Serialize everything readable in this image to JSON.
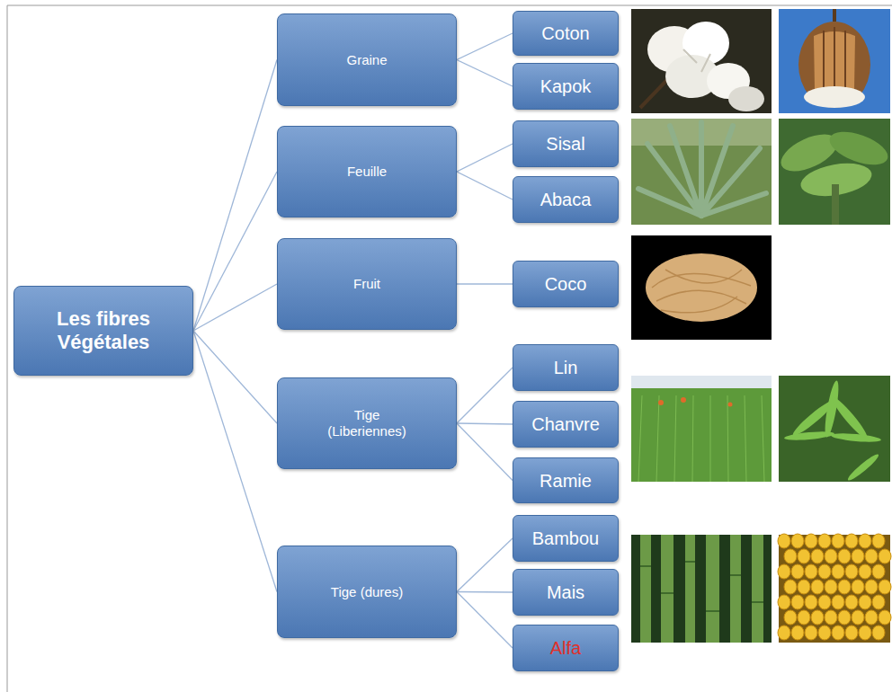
{
  "diagram": {
    "nodes": [
      {
        "text": [
          "Les fibres Végétales"
        ]
      },
      {
        "text": [
          "Graine"
        ]
      },
      {
        "text": [
          "Coton"
        ]
      },
      {
        "text": [
          "Kapok"
        ]
      },
      {
        "text": [
          "Feuille"
        ]
      },
      {
        "text": [
          "Sisal"
        ]
      },
      {
        "text": [
          "Abaca"
        ]
      },
      {
        "text": [
          "Fruit"
        ]
      },
      {
        "text": [
          "Coco"
        ]
      },
      {
        "text": [
          "Tige (Liberiennes)"
        ]
      },
      {
        "text": [
          "Lin"
        ]
      },
      {
        "text": [
          "Chanvre"
        ]
      },
      {
        "text": [
          "Ramie"
        ]
      },
      {
        "text": [
          "Tige (dures)"
        ]
      },
      {
        "text": [
          "Bambou"
        ]
      },
      {
        "text": [
          "Mais"
        ]
      },
      {
        "text": [
          "Alfa"
        ]
      }
    ],
    "edges": [
      {
        "from": 0,
        "to": 1,
        "arrow": "none"
      },
      {
        "from": 0,
        "to": 4,
        "arrow": "none"
      },
      {
        "from": 0,
        "to": 7,
        "arrow": "none"
      },
      {
        "from": 0,
        "to": 9,
        "arrow": "none"
      },
      {
        "from": 0,
        "to": 13,
        "arrow": "none"
      },
      {
        "from": 1,
        "to": 2,
        "arrow": "none"
      },
      {
        "from": 1,
        "to": 3,
        "arrow": "none"
      },
      {
        "from": 4,
        "to": 5,
        "arrow": "none"
      },
      {
        "from": 4,
        "to": 6,
        "arrow": "none"
      },
      {
        "from": 7,
        "to": 8,
        "arrow": "none"
      },
      {
        "from": 9,
        "to": 10,
        "arrow": "none"
      },
      {
        "from": 9,
        "to": 11,
        "arrow": "none"
      },
      {
        "from": 9,
        "to": 12,
        "arrow": "none"
      },
      {
        "from": 13,
        "to": 14,
        "arrow": "none"
      },
      {
        "from": 13,
        "to": 15,
        "arrow": "none"
      },
      {
        "from": 13,
        "to": 16,
        "arrow": "none"
      }
    ]
  }
}
